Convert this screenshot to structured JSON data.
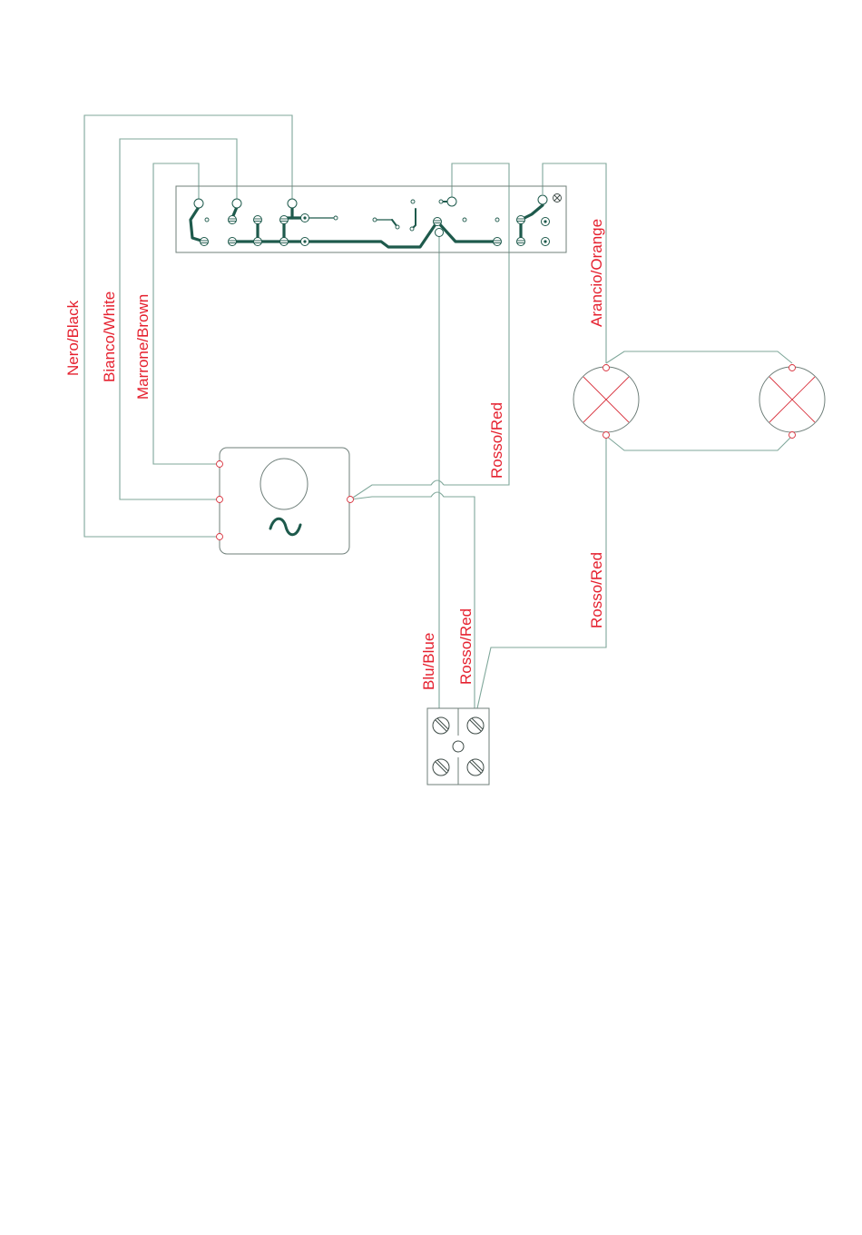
{
  "labels": {
    "nero_black": "Nero/Black",
    "bianco_white": "Bianco/White",
    "marrone_brown": "Marrone/Brown",
    "rosso_red_mid": "Rosso/Red",
    "arancio_orange": "Arancio/Orange",
    "rosso_red_right": "Rosso/Red",
    "blu_blue": "Blu/Blue",
    "rosso_red_bottom": "Rosso/Red",
    "motor_symbol": "~"
  },
  "colors": {
    "label": "#e5202e",
    "wire": "#7fa79a",
    "pcb_trace": "#1e5a4c",
    "terminal": "#d9343f"
  }
}
